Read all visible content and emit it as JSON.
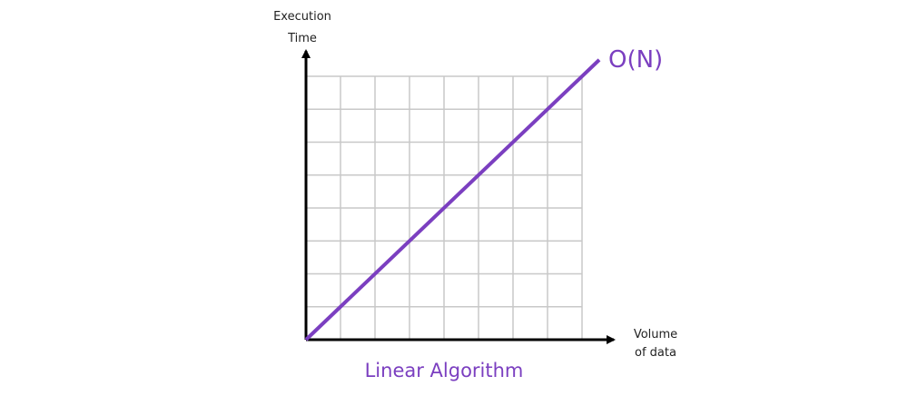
{
  "chart_data": {
    "type": "line",
    "title": "Linear Algorithm",
    "xlabel": "Volume of data",
    "xlabel_lines": [
      "Volume",
      "of data"
    ],
    "ylabel": "Execution Time",
    "ylabel_lines": [
      "Execution",
      "Time"
    ],
    "grid": true,
    "xlim": [
      0,
      8
    ],
    "ylim": [
      0,
      8
    ],
    "series": [
      {
        "name": "O(N)",
        "color": "#7b3fc0",
        "x": [
          0,
          8.5
        ],
        "y": [
          0,
          8.5
        ]
      }
    ]
  }
}
